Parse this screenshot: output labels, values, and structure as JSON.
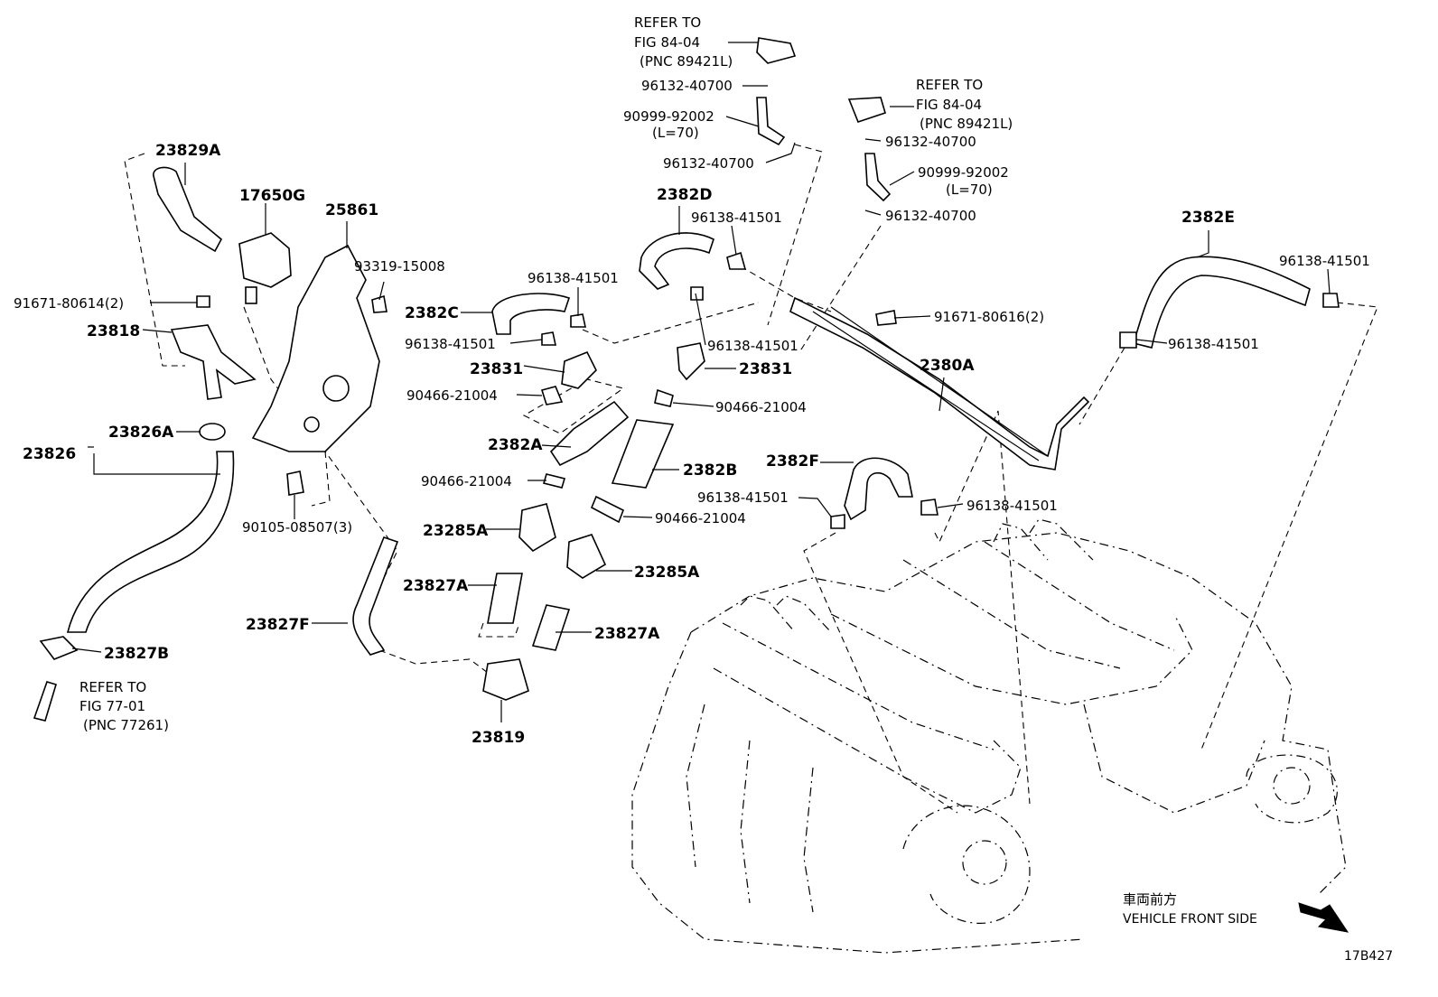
{
  "labels": {
    "refer_fig84_a_1": "REFER TO",
    "refer_fig84_a_2": "FIG 84-04",
    "refer_fig84_a_3": "(PNC 89421L)",
    "refer_fig84_b_1": "REFER TO",
    "refer_fig84_b_2": "FIG 84-04",
    "refer_fig84_b_3": "(PNC 89421L)",
    "refer_fig77_1": "REFER TO",
    "refer_fig77_2": "FIG 77-01",
    "refer_fig77_3": "(PNC 77261)",
    "p_96132_40700_a": "96132-40700",
    "p_90999_92002_a": "90999-92002",
    "p_l70_a": "(L=70)",
    "p_96132_40700_b": "96132-40700",
    "p_96132_40700_c": "96132-40700",
    "p_90999_92002_b": "90999-92002",
    "p_l70_b": "(L=70)",
    "p_96132_40700_d": "96132-40700",
    "p_23829A": "23829A",
    "p_17650G": "17650G",
    "p_25861": "25861",
    "p_2382D": "2382D",
    "p_96138_41501_a": "96138-41501",
    "p_2382E": "2382E",
    "p_96138_41501_b": "96138-41501",
    "p_93319_15008": "93319-15008",
    "p_96138_41501_c": "96138-41501",
    "p_91671_80614": "91671-80614(2)",
    "p_2382C": "2382C",
    "p_91671_80616": "91671-80616(2)",
    "p_23818": "23818",
    "p_96138_41501_d": "96138-41501",
    "p_96138_41501_e": "96138-41501",
    "p_96138_41501_f": "96138-41501",
    "p_2380A": "2380A",
    "p_23831_a": "23831",
    "p_23831_b": "23831",
    "p_90466_21004_a": "90466-21004",
    "p_90466_21004_b": "90466-21004",
    "p_23826A": "23826A",
    "p_23826": "23826",
    "p_2382A": "2382A",
    "p_2382F": "2382F",
    "p_2382B": "2382B",
    "p_90466_21004_c": "90466-21004",
    "p_96138_41501_g": "96138-41501",
    "p_96138_41501_h": "96138-41501",
    "p_90466_21004_d": "90466-21004",
    "p_90105_08507": "90105-08507(3)",
    "p_23285A_a": "23285A",
    "p_23285A_b": "23285A",
    "p_23827A_a": "23827A",
    "p_23827F": "23827F",
    "p_23827A_b": "23827A",
    "p_23827B": "23827B",
    "p_23819": "23819",
    "front_jp": "車両前方",
    "front_en": "VEHICLE FRONT SIDE",
    "fig_code": "17B427"
  }
}
